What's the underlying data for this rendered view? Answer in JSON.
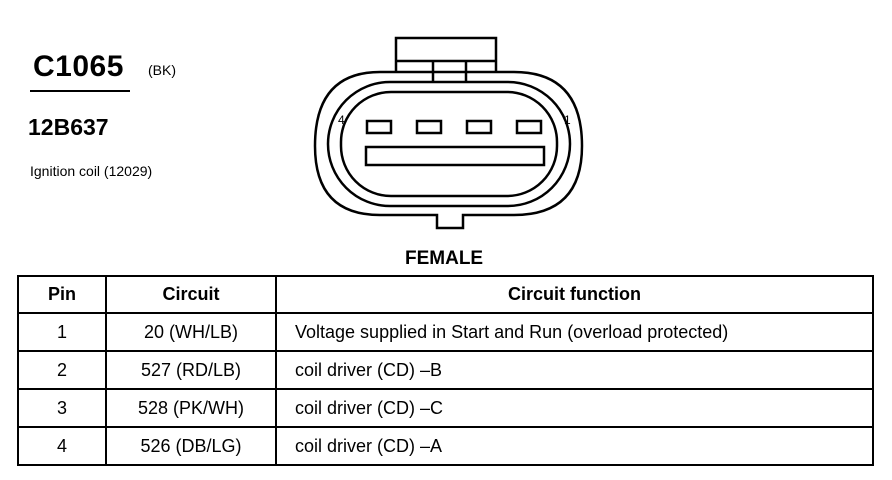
{
  "connector": {
    "id": "C1065",
    "color": "(BK)",
    "part_number": "12B637",
    "component": "Ignition coil (12029)",
    "gender": "FEMALE",
    "pin_left_label": "4",
    "pin_right_label": "1"
  },
  "table": {
    "headers": [
      "Pin",
      "Circuit",
      "Circuit function"
    ],
    "rows": [
      {
        "pin": "1",
        "circuit": "20 (WH/LB)",
        "function": "Voltage supplied in Start and Run (overload protected)"
      },
      {
        "pin": "2",
        "circuit": "527 (RD/LB)",
        "function": "coil driver (CD) –B"
      },
      {
        "pin": "3",
        "circuit": "528 (PK/WH)",
        "function": "coil driver (CD) –C"
      },
      {
        "pin": "4",
        "circuit": "526 (DB/LG)",
        "function": "coil driver (CD) –A"
      }
    ]
  }
}
